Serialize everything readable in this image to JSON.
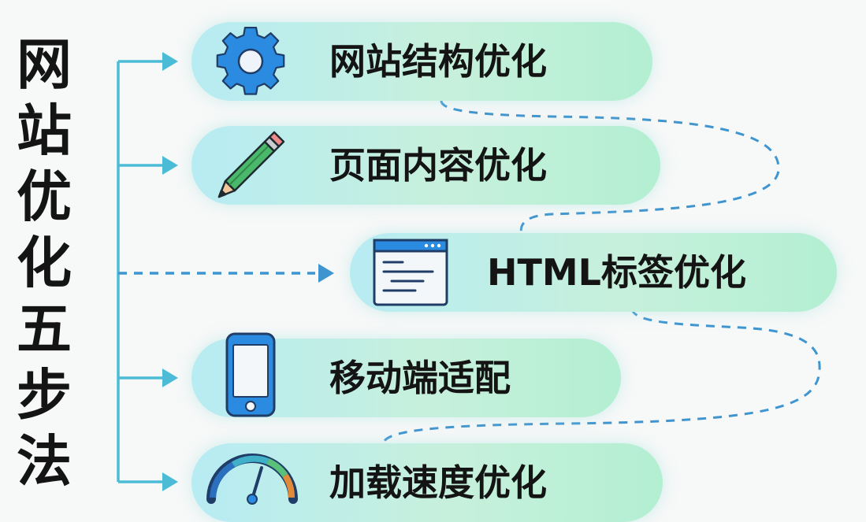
{
  "title": {
    "chars": [
      "网",
      "站",
      "优",
      "化",
      "五",
      "步",
      "法"
    ]
  },
  "steps": [
    {
      "label": "网站结构优化",
      "icon": "gear-icon"
    },
    {
      "label": "页面内容优化",
      "icon": "pencil-icon"
    },
    {
      "label": "HTML标签优化",
      "icon": "code-window-icon"
    },
    {
      "label": "移动端适配",
      "icon": "smartphone-icon"
    },
    {
      "label": "加载速度优化",
      "icon": "speedometer-icon"
    }
  ],
  "colors": {
    "connector": "#4cbcd6",
    "dashed": "#3f95d0",
    "icon_blue": "#2b8be0",
    "pencil_green": "#4ab86a",
    "pill_start": "#b7ecf3",
    "pill_end": "#b3efd2"
  }
}
